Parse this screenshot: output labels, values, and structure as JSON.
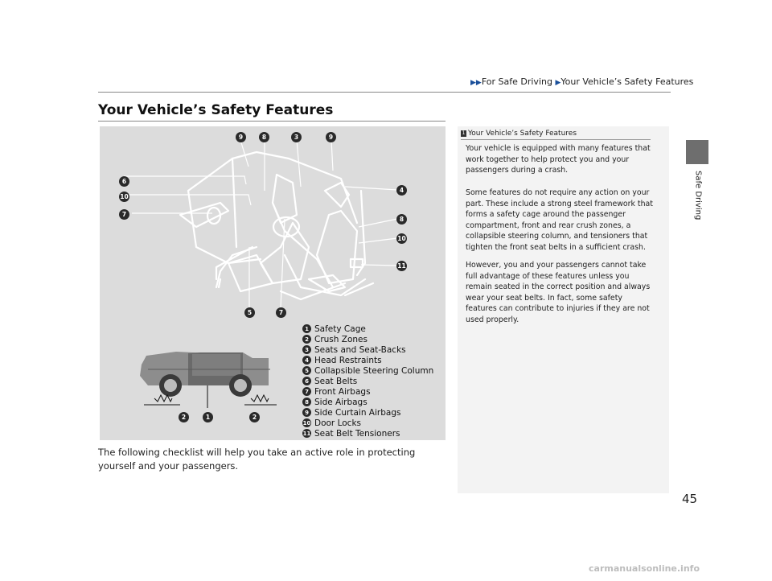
{
  "breadcrumb": {
    "part1": "For Safe Driving",
    "part2": "Your Vehicle’s Safety Features"
  },
  "side_tab_label": "Safe Driving",
  "page_number": "45",
  "title": "Your Vehicle’s Safety Features",
  "figure": {
    "callouts": [
      "9",
      "8",
      "3",
      "9",
      "6",
      "10",
      "7",
      "4",
      "8",
      "10",
      "11",
      "5",
      "7",
      "2",
      "1",
      "2"
    ],
    "legend": [
      {
        "num": "1",
        "label": "Safety Cage"
      },
      {
        "num": "2",
        "label": "Crush Zones"
      },
      {
        "num": "3",
        "label": "Seats and Seat-Backs"
      },
      {
        "num": "4",
        "label": "Head Restraints"
      },
      {
        "num": "5",
        "label": "Collapsible Steering Column"
      },
      {
        "num": "6",
        "label": "Seat Belts"
      },
      {
        "num": "7",
        "label": "Front Airbags"
      },
      {
        "num": "8",
        "label": "Side Airbags"
      },
      {
        "num": "9",
        "label": "Side Curtain Airbags"
      },
      {
        "num": "10",
        "label": "Door Locks"
      },
      {
        "num": "11",
        "label": "Seat Belt Tensioners"
      }
    ]
  },
  "body_text": "The following checklist will help you take an active role in protecting yourself and your passengers.",
  "sidebar": {
    "heading_number": "1",
    "heading": "Your Vehicle’s Safety Features",
    "p1": "Your vehicle is equipped with many features that work together to help protect you and your passengers during a crash.",
    "p2": "Some features do not require any action on your part. These include a strong steel framework that forms a safety cage around the passenger compartment, front and rear crush zones, a collapsible steering column, and tensioners that tighten the front seat belts in a sufficient crash.",
    "p3": "However, you and your passengers cannot take full advantage of these features unless you remain seated in the correct position and always wear your seat belts. In fact, some safety features can contribute to injuries if they are not used properly."
  },
  "watermark": "carmanualsonline.info"
}
